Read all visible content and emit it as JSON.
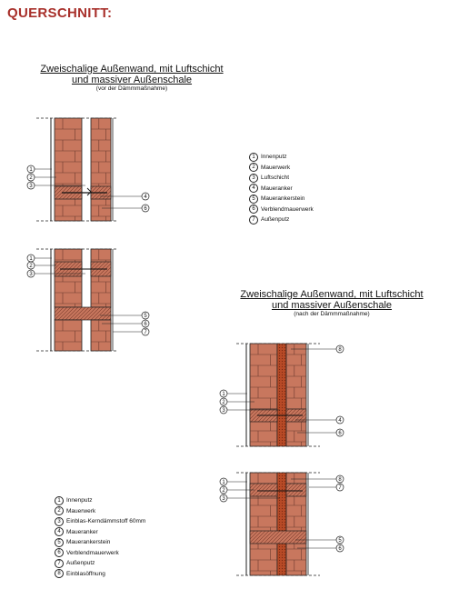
{
  "heading": "QUERSCHNITT:",
  "section1": {
    "title_line1": "Zweischalige Außenwand, mit Luftschicht",
    "title_line2": "und massiver Außenschale",
    "subtitle": "(vor der Dämmmaßnahme)"
  },
  "section2": {
    "title_line1": "Zweischalige Außenwand, mit Luftschicht",
    "title_line2": "und massiver Außenschale",
    "subtitle": "(nach der Dämmmaßnahme)"
  },
  "legend1": [
    {
      "num": "1",
      "label": "Innenputz"
    },
    {
      "num": "2",
      "label": "Mauerwerk"
    },
    {
      "num": "3",
      "label": "Luftschicht"
    },
    {
      "num": "4",
      "label": "Maueranker"
    },
    {
      "num": "5",
      "label": "Mauerankerstein"
    },
    {
      "num": "6",
      "label": "Verblendmauerwerk"
    },
    {
      "num": "7",
      "label": "Außenputz"
    }
  ],
  "legend2": [
    {
      "num": "1",
      "label": "Innenputz"
    },
    {
      "num": "2",
      "label": "Mauerwerk"
    },
    {
      "num": "3",
      "label": "Einblas-Kerndämmstoff 60mm"
    },
    {
      "num": "4",
      "label": "Maueranker"
    },
    {
      "num": "5",
      "label": "Mauerankerstein"
    },
    {
      "num": "6",
      "label": "Verblendmauerwerk"
    },
    {
      "num": "7",
      "label": "Außenputz"
    },
    {
      "num": "8",
      "label": "Einblasöffnung"
    }
  ],
  "diagrams": [
    {
      "id": "d1",
      "callouts_left": [
        "1",
        "2",
        "3"
      ],
      "callouts_right": [
        "4",
        "6"
      ]
    },
    {
      "id": "d2",
      "callouts_left": [
        "1",
        "2",
        "3"
      ],
      "callouts_right": [
        "5",
        "6",
        "7"
      ]
    },
    {
      "id": "d3",
      "callouts_left": [
        "1",
        "2",
        "3"
      ],
      "callouts_right": [
        "8",
        "4",
        "6"
      ]
    },
    {
      "id": "d4",
      "callouts_left": [
        "1",
        "2",
        "3"
      ],
      "callouts_right": [
        "8",
        "7",
        "5",
        "6"
      ]
    }
  ],
  "colors": {
    "heading": "#a8302b",
    "brick": "#c8775e",
    "brick_line": "#6b3a2e",
    "insulation": "#b84a26",
    "lines": "#222222"
  }
}
